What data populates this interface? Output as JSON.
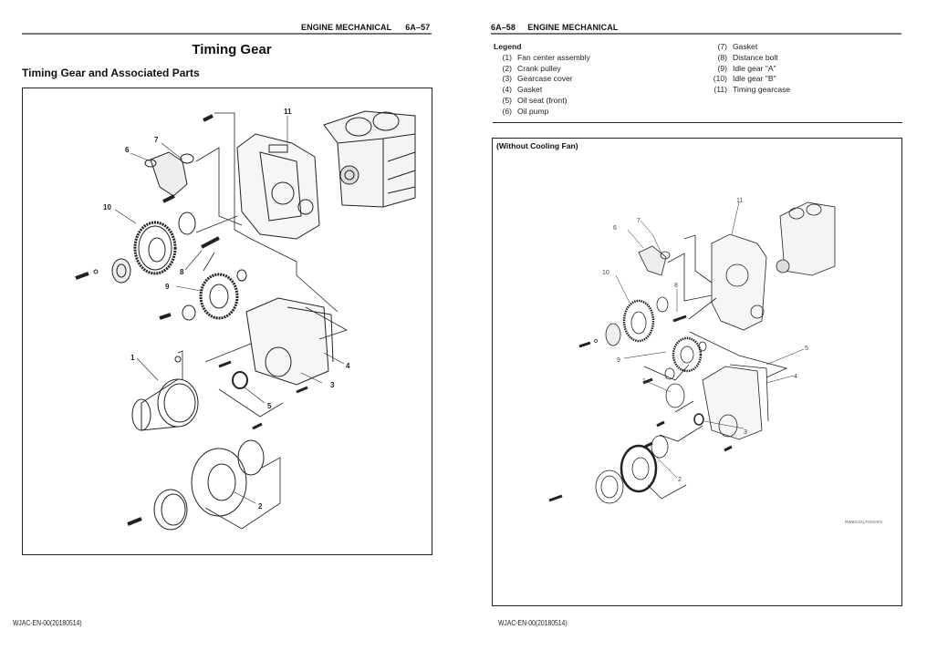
{
  "left_page": {
    "header": {
      "section": "ENGINE MECHANICAL",
      "page_number": "6A–57"
    },
    "title": "Timing Gear",
    "subtitle": "Timing Gear and Associated Parts",
    "figure": {
      "callouts": [
        "1",
        "2",
        "3",
        "4",
        "5",
        "6",
        "7",
        "8",
        "9",
        "10",
        "11"
      ]
    },
    "footer": "WJAC-EN-00(20180514)"
  },
  "right_page": {
    "header": {
      "page_number": "6A–58",
      "section": "ENGINE MECHANICAL"
    },
    "legend": {
      "title": "Legend",
      "items": [
        {
          "num": "(1)",
          "label": "Fan center assembly"
        },
        {
          "num": "(2)",
          "label": "Crank pulley"
        },
        {
          "num": "(3)",
          "label": "Gearcase cover"
        },
        {
          "num": "(4)",
          "label": "Gasket"
        },
        {
          "num": "(5)",
          "label": "Oil seat (front)"
        },
        {
          "num": "(6)",
          "label": "Oil pump"
        },
        {
          "num": "(7)",
          "label": "Gasket"
        },
        {
          "num": "(8)",
          "label": "Distance bolt"
        },
        {
          "num": "(9)",
          "label": "Idle gear \"A\""
        },
        {
          "num": "(10)",
          "label": "Idle gear \"B\""
        },
        {
          "num": "(11)",
          "label": "Timing gearcase"
        }
      ]
    },
    "figure": {
      "caption": "(Without Cooling Fan)",
      "callouts": [
        "1",
        "2",
        "3",
        "4",
        "5",
        "6",
        "7",
        "8",
        "9",
        "10",
        "11"
      ],
      "image_code": "RW6G22LF001001"
    },
    "footer": "WJAC-EN-00(20180514)"
  }
}
